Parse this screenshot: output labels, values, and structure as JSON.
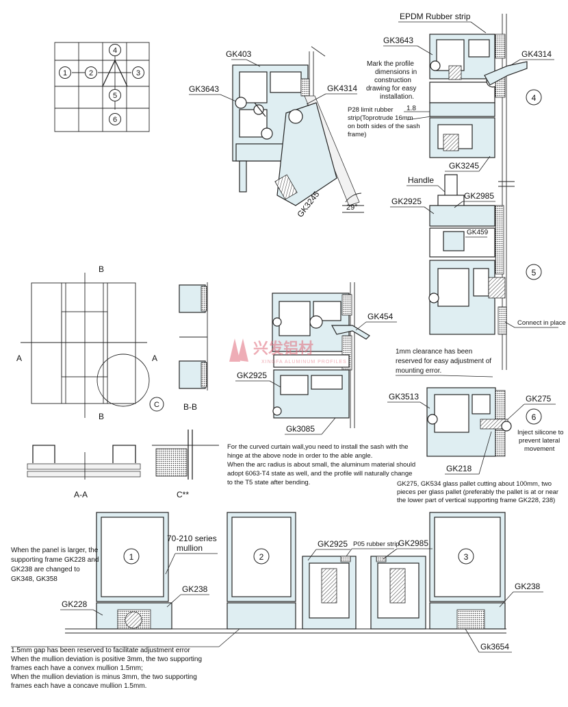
{
  "labels": {
    "epdm": "EPDM Rubber strip",
    "gk3643_a": "GK3643",
    "gk4314_a": "GK4314",
    "note_mark": [
      "Mark the profile",
      "dimensions in",
      "construction",
      "drawing for easy",
      "installation."
    ],
    "dim_18": "1.8",
    "p28": [
      "P28 limit rubber",
      "strip(Toprotrude 16mm",
      "on both sides of the sash",
      "frame)"
    ],
    "gk3245_a": "GK3245",
    "node4": "4",
    "gk403": "GK403",
    "gk3643_b": "GK3643",
    "gk4314_b": "GK4314",
    "gk3245_b": "GK3245",
    "angle": "29°",
    "handle": "Handle",
    "gk2925_a": "GK2925",
    "gk2985_a": "GK2985",
    "gk459": "GK459",
    "node5": "5",
    "connect": "Connect in place",
    "gk454": "GK454",
    "gk2925_b": "GK2925",
    "gk3085": "Gk3085",
    "clearance": [
      "1mm clearance has been",
      "reserved for easy adjustment of",
      "mounting error."
    ],
    "gk3513": "GK3513",
    "gk275": "GK275",
    "node6": "6",
    "silicone": [
      "Inject silicone to",
      "prevent lateral",
      "movement"
    ],
    "gk218": "GK218",
    "pallet_note": [
      "GK275, GK534 glass pallet cutting about 100mm, two",
      "pieces per glass pallet (preferably the pallet is at or near",
      "the lower part of vertical supporting frame GK228, 238)"
    ],
    "curved_note": [
      "For the curved curtain wall,you need to install the sash with the",
      "hinge at the above node in order to the able angle.",
      "When the arc radius is about small, the aluminum material should",
      "adopt 6063-T4 state as well, and the profile will naturally change",
      "to the T5 state after bending."
    ],
    "grid_nodes": [
      "1",
      "2",
      "3",
      "4",
      "5",
      "6"
    ],
    "b_top": "B",
    "b_bottom": "B",
    "a_left": "A",
    "a_right": "A",
    "c_mark": "C",
    "bb": "B-B",
    "aa": "A-A",
    "cc": "C**",
    "panel1": "1",
    "panel2": "2",
    "panel3": "3",
    "mullion": [
      "70-210 series",
      "mullion"
    ],
    "panel_note": [
      "When the panel is larger, the",
      "supporting frame GK228 and",
      "GK238 are changed to",
      "GK348, GK358"
    ],
    "gk2925_c": "GK2925",
    "p05": "P05 rubber strip",
    "gk2985_c": "GK2985",
    "gk228": "GK228",
    "gk238_a": "GK238",
    "gk238_b": "GK238",
    "gk3654": "Gk3654",
    "gap_note": [
      "1.5mm gap has been reserved to facilitate adjustment error",
      "When the mullion deviation is positive 3mm, the two supporting",
      "frames each have a convex mullion 1.5mm;",
      "When the mullion deviation is minus 3mm, the two supporting",
      "frames each have a concave mullion 1.5mm."
    ],
    "watermark": "兴发铝材",
    "watermark_sub": "XINGFA ALUMINUM PROFILES"
  }
}
